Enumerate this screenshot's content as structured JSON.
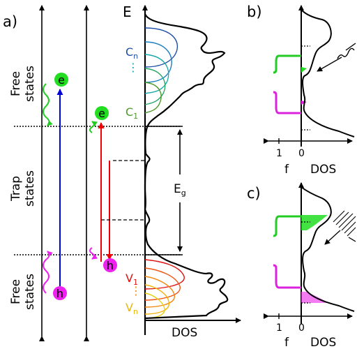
{
  "panels": {
    "a": "a)",
    "b": "b)",
    "c": "c)"
  },
  "regions": {
    "free_top": [
      "Free",
      "states"
    ],
    "trap": [
      "Trap",
      "states"
    ],
    "free_bottom": [
      "Free",
      "states"
    ]
  },
  "particles": {
    "electron": "e",
    "hole": "h"
  },
  "axes": {
    "energy": "E",
    "dos": "DOS",
    "occupation": "f",
    "tick_1": "1",
    "tick_0": "0"
  },
  "gap": {
    "label": "E",
    "sub": "g"
  },
  "levels": {
    "cn": {
      "base": "C",
      "sub": "n"
    },
    "c1": {
      "base": "C",
      "sub": "1"
    },
    "v1": {
      "base": "V",
      "sub": "1"
    },
    "vn": {
      "base": "V",
      "sub": "n"
    }
  },
  "colors": {
    "electron": "#22dd22",
    "hole": "#ee22ee",
    "excitation": "#0000dd",
    "trap_transition": "#ee0000",
    "cb_levels": [
      "#1f4ea8",
      "#1b7fc0",
      "#1aa8a8",
      "#2aa86a",
      "#4c9a2a"
    ],
    "vb_levels": [
      "#dd1111",
      "#ee5511",
      "#f08a11",
      "#f3b511",
      "#e8cf11"
    ]
  }
}
